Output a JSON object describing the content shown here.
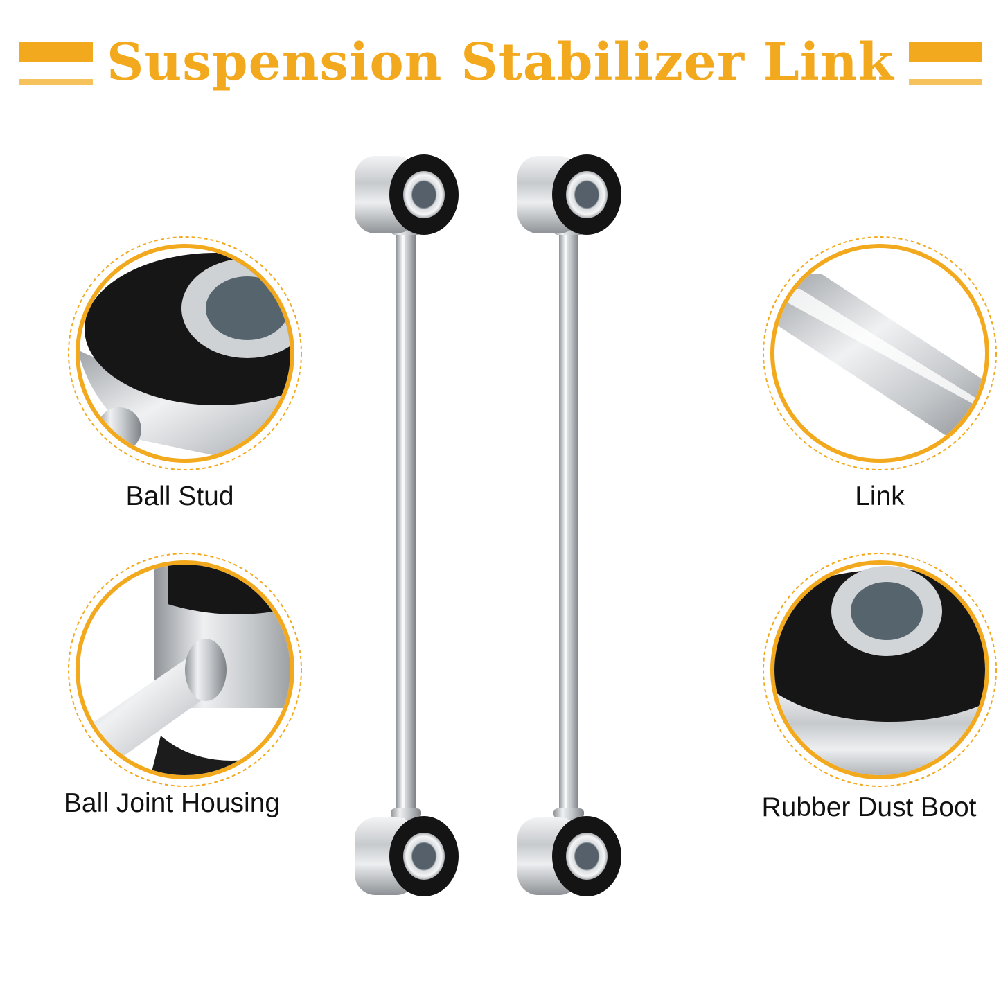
{
  "title": "Suspension Stabilizer Link",
  "colors": {
    "accent": "#f2a91e",
    "accent_light": "#f6c25c",
    "metal": "#c9ccd0",
    "rubber": "#141414"
  },
  "callouts": [
    {
      "label": "Ball Stud",
      "icon": "ball-stud-closeup"
    },
    {
      "label": "Ball Joint Housing",
      "icon": "ball-joint-housing-closeup"
    },
    {
      "label": "Link",
      "icon": "link-rod-closeup"
    },
    {
      "label": "Rubber Dust Boot",
      "icon": "rubber-dust-boot-closeup"
    }
  ]
}
